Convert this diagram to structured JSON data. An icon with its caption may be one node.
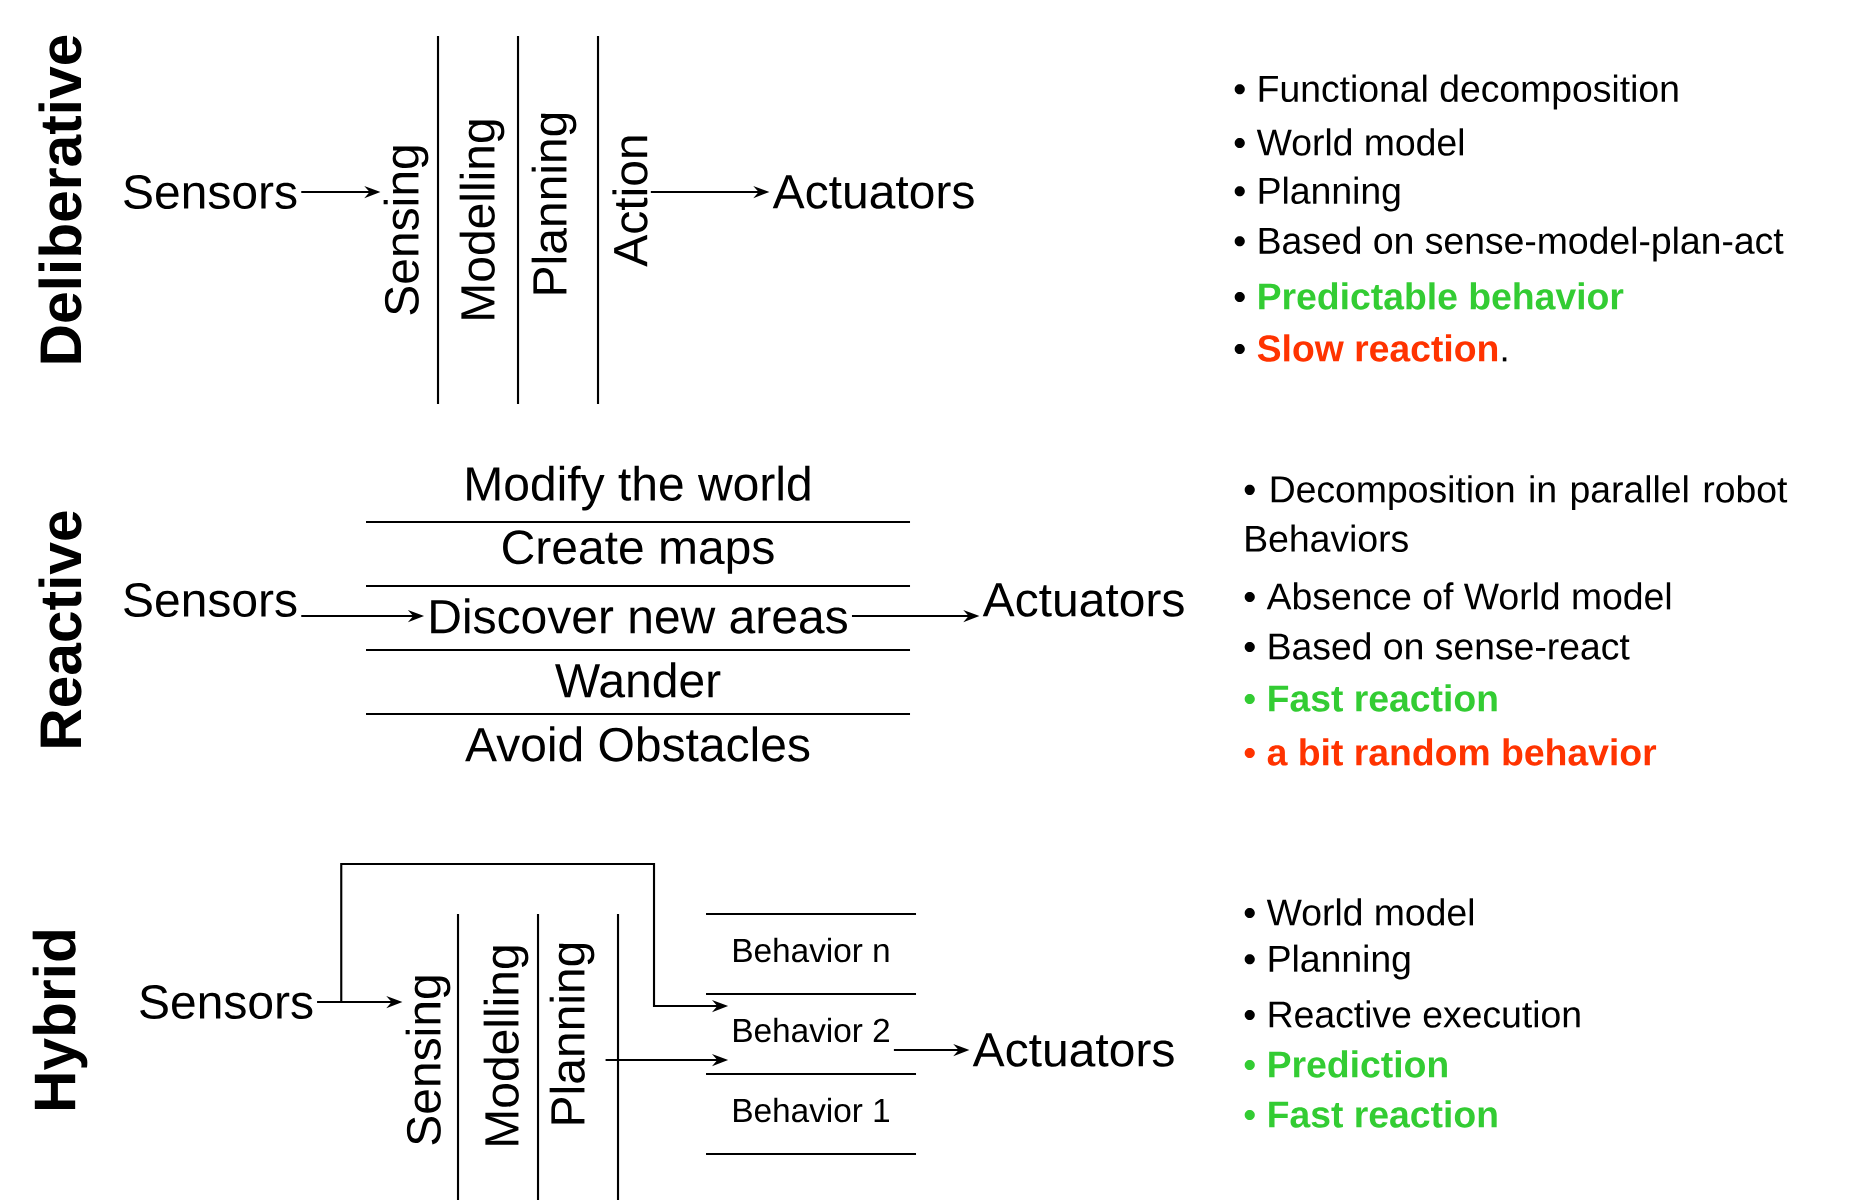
{
  "diagram": {
    "nodes": [
      {
        "text": [
          "Sensors"
        ]
      },
      {
        "text": [
          "Sensing"
        ]
      },
      {
        "text": [
          "Modelling"
        ]
      },
      {
        "text": [
          "Planning"
        ]
      },
      {
        "text": [
          "Action"
        ]
      },
      {
        "text": [
          "Actuators"
        ]
      },
      {
        "text": [
          "Sensors"
        ]
      },
      {
        "text": [
          "Modify the world"
        ]
      },
      {
        "text": [
          "Create maps"
        ]
      },
      {
        "text": [
          "Discover new areas"
        ]
      },
      {
        "text": [
          "Wander"
        ]
      },
      {
        "text": [
          "Avoid Obstacles"
        ]
      },
      {
        "text": [
          "Actuators"
        ]
      },
      {
        "text": [
          "Sensors"
        ]
      },
      {
        "text": [
          "Sensing"
        ]
      },
      {
        "text": [
          "Modelling"
        ]
      },
      {
        "text": [
          "Planning"
        ]
      },
      {
        "text": [
          "Behavior n"
        ]
      },
      {
        "text": [
          "Behavior 2"
        ]
      },
      {
        "text": [
          "Behavior 1"
        ]
      },
      {
        "text": [
          "Actuators"
        ]
      }
    ],
    "edges": [
      {
        "from": 0,
        "to": 1,
        "arrow": "to"
      },
      {
        "from": 4,
        "to": 5,
        "arrow": "to"
      },
      {
        "from": 6,
        "to": 9,
        "arrow": "to"
      },
      {
        "from": 9,
        "to": 12,
        "arrow": "to"
      },
      {
        "from": 13,
        "to": 14,
        "arrow": "to"
      },
      {
        "from": 13,
        "to": 18,
        "arrow": "to"
      },
      {
        "from": 16,
        "to": 18,
        "arrow": "to"
      },
      {
        "from": 18,
        "to": 20,
        "arrow": "to"
      }
    ],
    "labels": [
      "Deliberative",
      "• Functional decomposition",
      "• World model",
      "• Planning",
      "• Based on sense-model-plan-act",
      "• **Predictable behavior**",
      "• **Slow reaction**.",
      "Reactive",
      "• Decomposition in parallel robot Behaviors",
      "• Absence of World model",
      "• Based on sense-react",
      "• **Fast reaction**",
      "• **a bit random behavior**",
      "Hybrid",
      "• World model",
      "• Planning",
      "• Reactive execution",
      "• **Prediction**",
      "• **Fast reaction**"
    ]
  }
}
